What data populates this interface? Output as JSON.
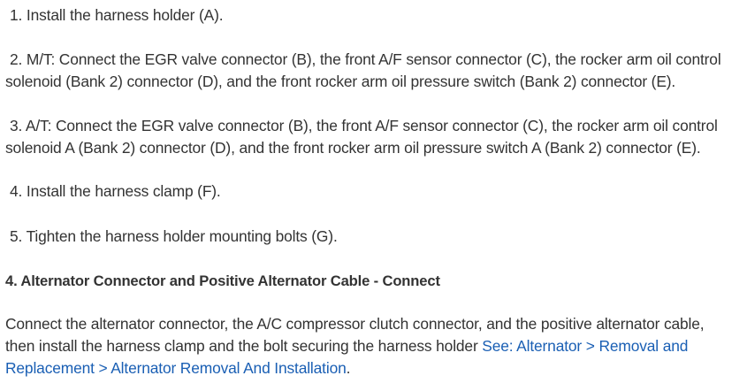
{
  "steps": [
    {
      "lines": [
        "1. Install the harness holder (A)."
      ]
    },
    {
      "lines": [
        "2. M/T: Connect the EGR valve connector (B), the front A/F sensor connector (C), the rocker arm oil control",
        "solenoid (Bank 2) connector (D), and the front rocker arm oil pressure switch (Bank 2) connector (E)."
      ]
    },
    {
      "lines": [
        "3. A/T: Connect the EGR valve connector (B), the front A/F sensor connector (C), the rocker arm oil control",
        "solenoid A (Bank 2) connector (D), and the front rocker arm oil pressure switch A (Bank 2) connector (E)."
      ]
    },
    {
      "lines": [
        "4. Install the harness clamp (F)."
      ]
    },
    {
      "lines": [
        "5. Tighten the harness holder mounting bolts (G)."
      ]
    }
  ],
  "section": {
    "heading": "4. Alternator Connector and Positive Alternator Cable - Connect",
    "line1": "Connect the alternator connector, the A/C compressor clutch connector, and the positive alternator cable,",
    "line2_text": "then install the harness clamp and the bolt securing the harness holder ",
    "link_part1": "See: Alternator > Removal and",
    "link_part2": "Replacement > Alternator Removal And Installation",
    "line3_tail": "."
  },
  "colors": {
    "text": "#333333",
    "link": "#1a5fb4",
    "background": "#ffffff"
  }
}
